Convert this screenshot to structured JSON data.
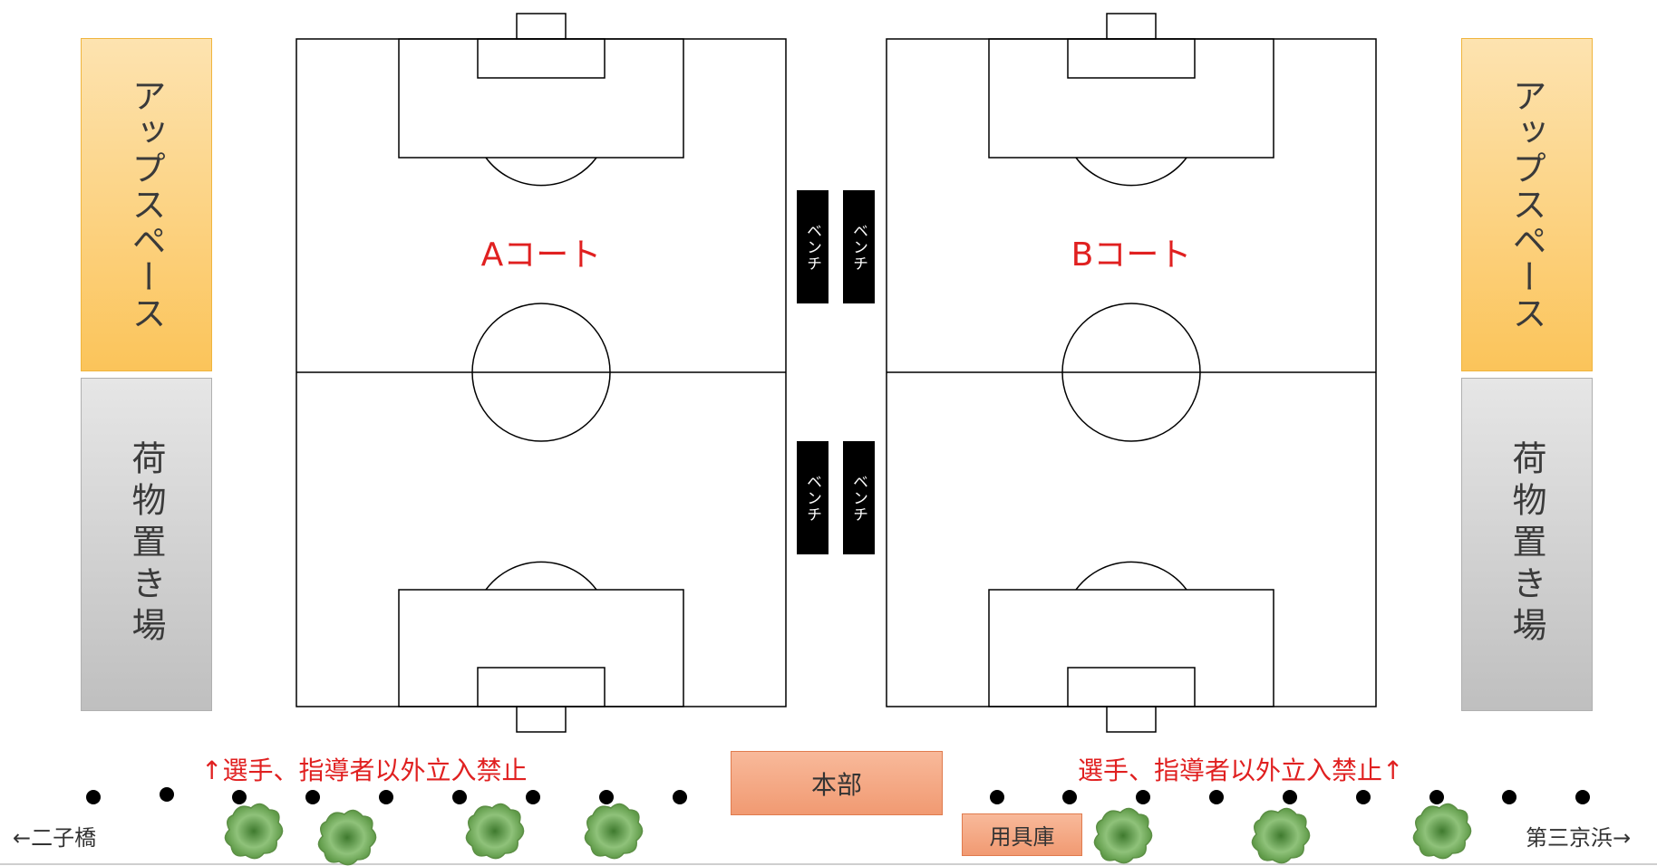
{
  "left": {
    "up_space_label": "アップスペース",
    "luggage_label": "荷物置き場"
  },
  "right": {
    "up_space_label": "アップスペース",
    "luggage_label": "荷物置き場"
  },
  "courts": {
    "a_label": "Aコート",
    "b_label": "Bコート"
  },
  "benches": {
    "label": "ベンチ"
  },
  "notices": {
    "left": "↑選手、指導者以外立入禁止",
    "right": "選手、指導者以外立入禁止↑"
  },
  "facilities": {
    "headquarters": "本部",
    "equipment_shed": "用具庫"
  },
  "directions": {
    "left": "←二子橋",
    "right": "第三京浜→"
  },
  "colors": {
    "warning_red": "#e02020",
    "up_space": "#fbc45a",
    "luggage": "#bfbfbf",
    "facility": "#f19a72",
    "tree": "#4f8a3a"
  }
}
